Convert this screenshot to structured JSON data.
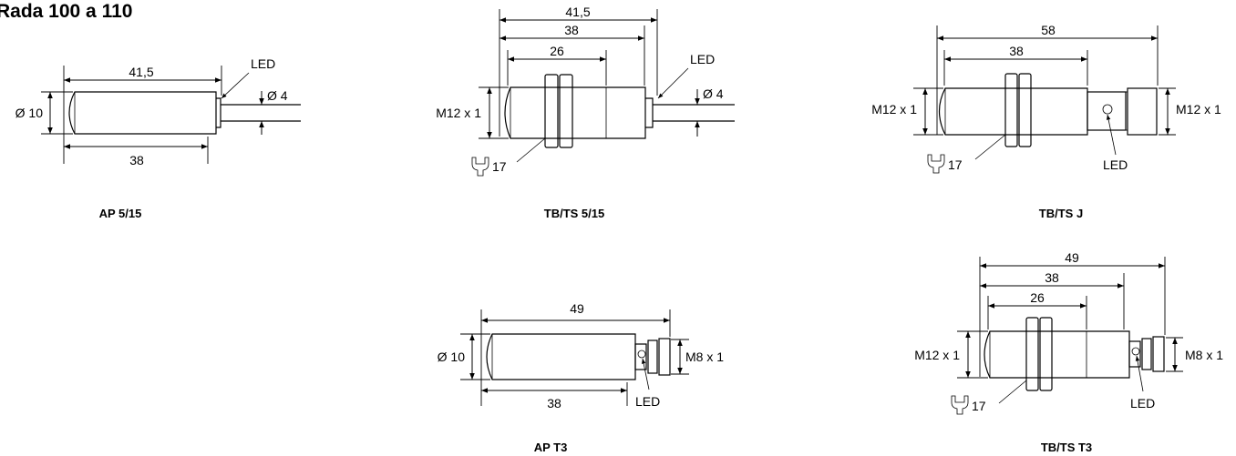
{
  "heading": "Rada 100 a 110",
  "drawings": {
    "ap515": {
      "caption": "AP 5/15",
      "len_total": "41,5",
      "len_body": "38",
      "diameter": "Ø 10",
      "cable": "Ø 4",
      "led": "LED"
    },
    "tbts515": {
      "caption": "TB/TS 5/15",
      "len_total": "41,5",
      "len_body": "38",
      "len_thread": "26",
      "thread": "M12 x 1",
      "cable": "Ø 4",
      "led": "LED",
      "wrench": "17"
    },
    "tbtsj": {
      "caption": "TB/TS J",
      "len_total": "58",
      "len_body": "38",
      "thread": "M12 x 1",
      "thread_conn": "M12 x 1",
      "led": "LED",
      "wrench": "17"
    },
    "apt3": {
      "caption": "AP T3",
      "len_total": "49",
      "len_body": "38",
      "diameter": "Ø 10",
      "thread_conn": "M8 x 1",
      "led": "LED"
    },
    "tbtst3": {
      "caption": "TB/TS T3",
      "len_total": "49",
      "len_body": "38",
      "len_thread": "26",
      "thread": "M12 x 1",
      "thread_conn": "M8 x 1",
      "led": "LED",
      "wrench": "17"
    }
  }
}
